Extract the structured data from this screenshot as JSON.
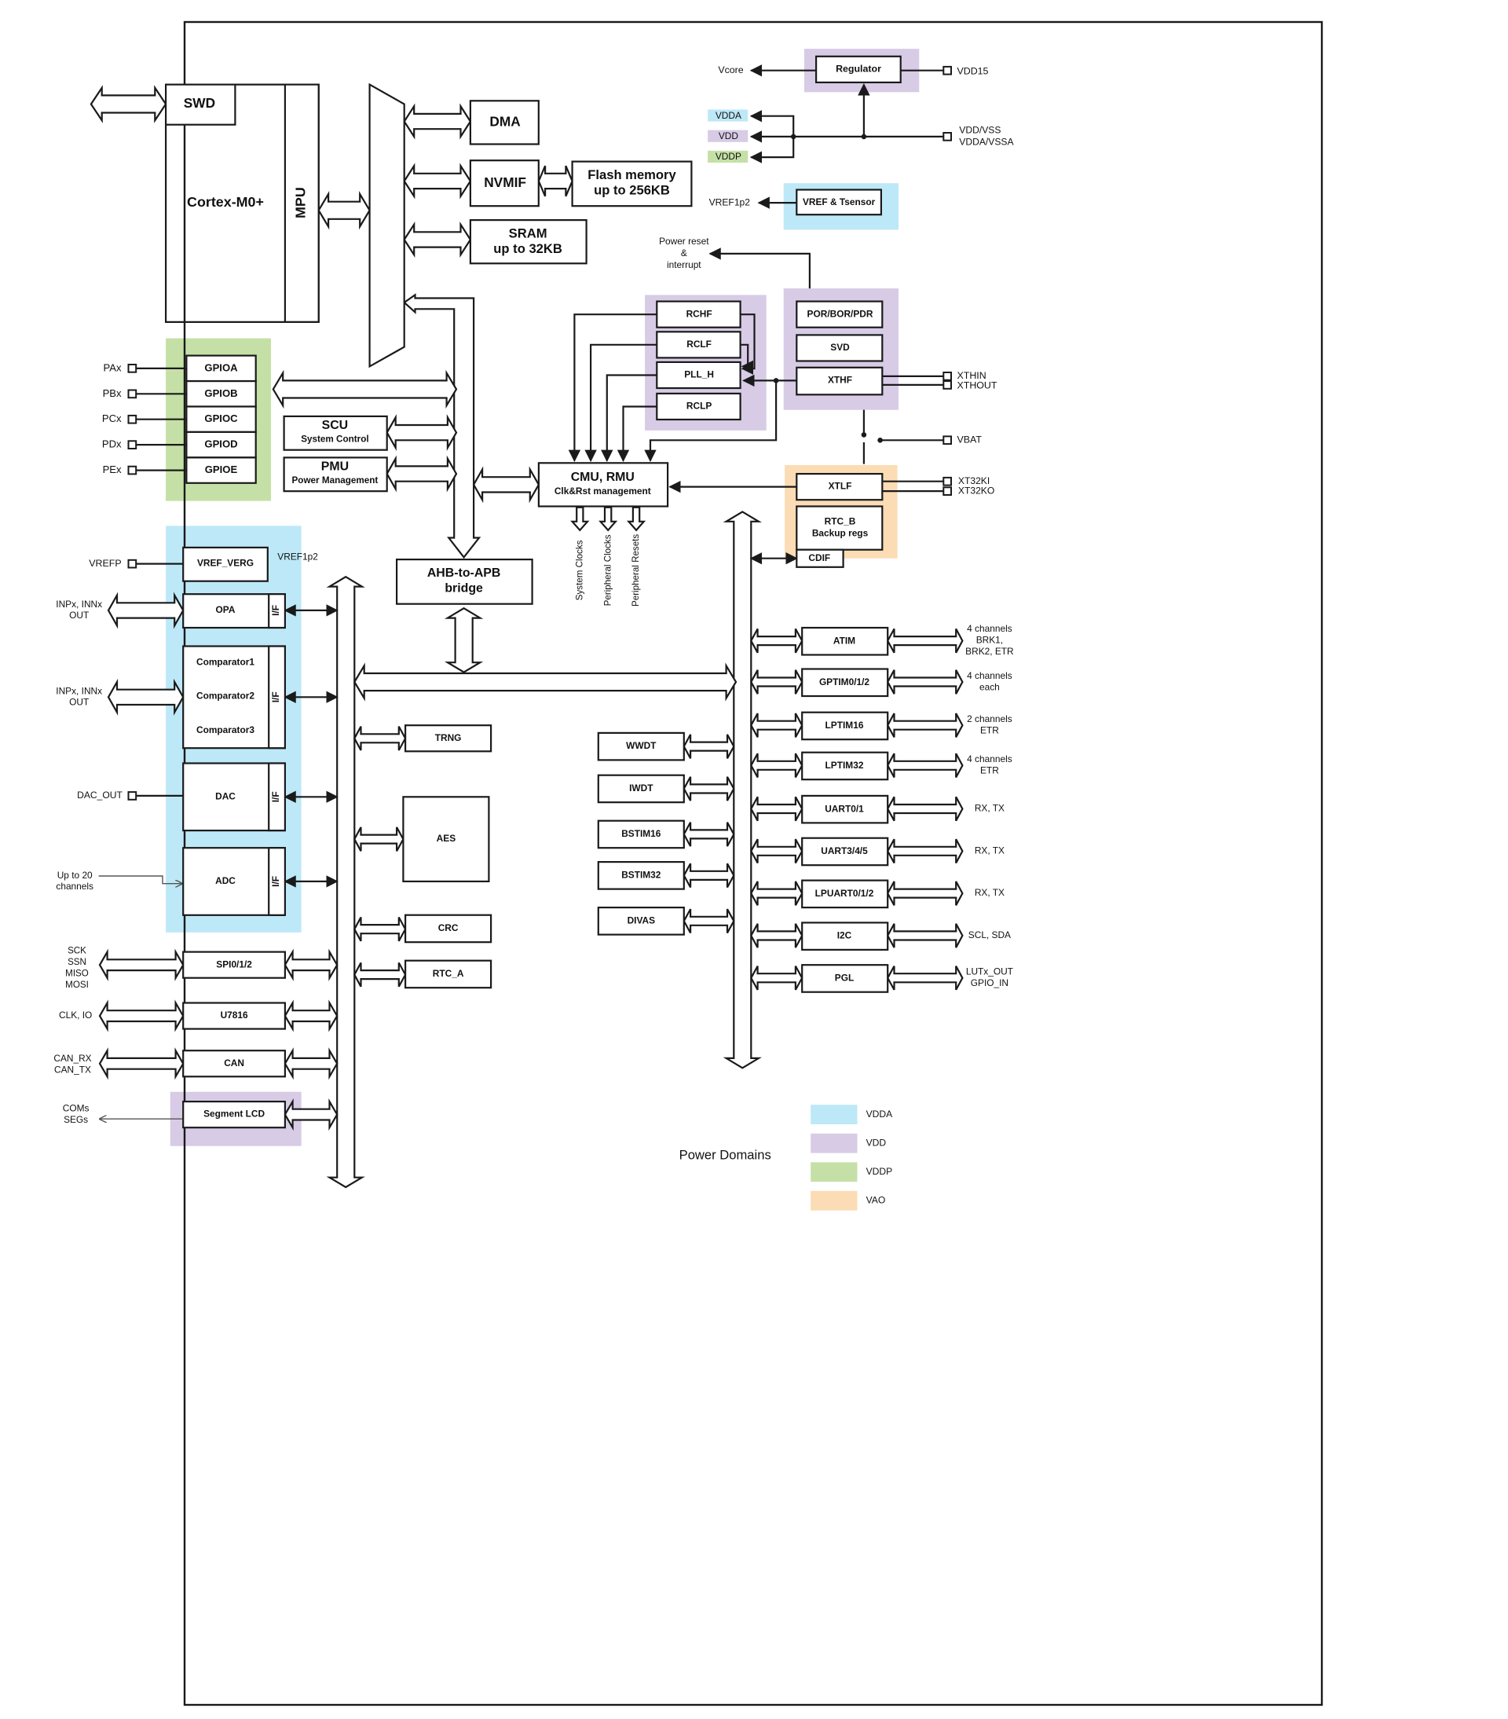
{
  "colors": {
    "vdda": "#bde8f7",
    "vdd": "#d7cbe6",
    "vddp": "#c5e0a6",
    "vao": "#fbdcb4"
  },
  "core": {
    "swd": "SWD",
    "cortex": "Cortex-M0+",
    "mpu": "MPU"
  },
  "memory": {
    "dma": "DMA",
    "nvmif": "NVMIF",
    "flash": [
      "Flash memory",
      "up to 256KB"
    ],
    "sram": [
      "SRAM",
      "up to 32KB"
    ]
  },
  "power": {
    "vcore": "Vcore",
    "regulator": "Regulator",
    "vdd15": "VDD15",
    "vdda": "VDDA",
    "vdd": "VDD",
    "vddp": "VDDP",
    "vdd_vss": [
      "VDD/VSS",
      "VDDA/VSSA"
    ],
    "vref1p2": "VREF1p2",
    "vref_tsensor": "VREF & Tsensor",
    "power_reset": [
      "Power reset",
      "&",
      "interrupt"
    ],
    "por": "POR/BOR/PDR",
    "svd": "SVD",
    "xthf": "XTHF",
    "xthin": "XTHIN",
    "xthout": "XTHOUT",
    "vbat": "VBAT",
    "xtlf": "XTLF",
    "xt32ki": "XT32KI",
    "xt32ko": "XT32KO",
    "rtc_b": [
      "RTC_B",
      "Backup regs"
    ],
    "cdif": "CDIF"
  },
  "clocks": {
    "rchf": "RCHF",
    "rclf": "RCLF",
    "pll_h": "PLL_H",
    "rclp": "RCLP",
    "cmu": [
      "CMU, RMU",
      "Clk&Rst management"
    ],
    "outputs": [
      "System Clocks",
      "Peripheral Clocks",
      "Peripheral Resets"
    ]
  },
  "gpio": {
    "ports": [
      {
        "pin": "PAx",
        "block": "GPIOA"
      },
      {
        "pin": "PBx",
        "block": "GPIOB"
      },
      {
        "pin": "PCx",
        "block": "GPIOC"
      },
      {
        "pin": "PDx",
        "block": "GPIOD"
      },
      {
        "pin": "PEx",
        "block": "GPIOE"
      }
    ]
  },
  "system": {
    "scu": [
      "SCU",
      "System Control"
    ],
    "pmu": [
      "PMU",
      "Power Management"
    ],
    "ahb_apb": [
      "AHB-to-APB",
      "bridge"
    ]
  },
  "analog": {
    "vrefp": "VREFP",
    "vref_verg": "VREF_VERG",
    "vref1p2": "VREF1p2",
    "opa_pins": [
      "INPx, INNx",
      "OUT"
    ],
    "opa": "OPA",
    "comp_pins": [
      "INPx, INNx",
      "OUT"
    ],
    "comparators": [
      "Comparator1",
      "Comparator2",
      "Comparator3"
    ],
    "dac_out": "DAC_OUT",
    "dac": "DAC",
    "adc_pins": [
      "Up to 20",
      "channels"
    ],
    "adc": "ADC",
    "if_label": "I/F"
  },
  "comms_left": {
    "spi_pins": [
      "SCK",
      "SSN",
      "MISO",
      "MOSI"
    ],
    "spi": "SPI0/1/2",
    "u7816_pins": "CLK, IO",
    "u7816": "U7816",
    "can_pins": [
      "CAN_RX",
      "CAN_TX"
    ],
    "can": "CAN",
    "lcd_pins": [
      "COMs",
      "SEGs"
    ],
    "lcd": "Segment LCD"
  },
  "apb_center": {
    "trng": "TRNG",
    "aes": "AES",
    "crc": "CRC",
    "rtc_a": "RTC_A",
    "wwdt": "WWDT",
    "iwdt": "IWDT",
    "bstim16": "BSTIM16",
    "bstim32": "BSTIM32",
    "divas": "DIVAS"
  },
  "timers_right": [
    {
      "block": "ATIM",
      "pins": [
        "4 channels",
        "BRK1,",
        "BRK2, ETR"
      ]
    },
    {
      "block": "GPTIM0/1/2",
      "pins": [
        "4 channels",
        "each"
      ]
    },
    {
      "block": "LPTIM16",
      "pins": [
        "2 channels",
        "ETR"
      ]
    },
    {
      "block": "LPTIM32",
      "pins": [
        "4 channels",
        "ETR"
      ]
    },
    {
      "block": "UART0/1",
      "pins": [
        "RX, TX"
      ]
    },
    {
      "block": "UART3/4/5",
      "pins": [
        "RX, TX"
      ]
    },
    {
      "block": "LPUART0/1/2",
      "pins": [
        "RX, TX"
      ]
    },
    {
      "block": "I2C",
      "pins": [
        "SCL, SDA"
      ]
    },
    {
      "block": "PGL",
      "pins": [
        "LUTx_OUT",
        "GPIO_IN"
      ]
    }
  ],
  "legend": {
    "title": "Power Domains",
    "items": [
      {
        "label": "VDDA",
        "color": "#bde8f7"
      },
      {
        "label": "VDD",
        "color": "#d7cbe6"
      },
      {
        "label": "VDDP",
        "color": "#c5e0a6"
      },
      {
        "label": "VAO",
        "color": "#fbdcb4"
      }
    ]
  }
}
